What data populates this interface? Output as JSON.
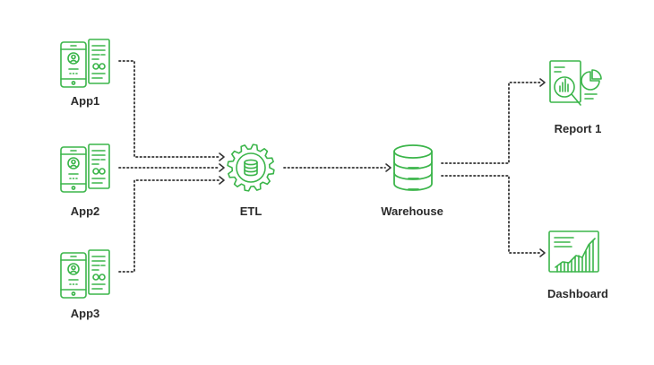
{
  "nodes": {
    "app1": {
      "label": "App1"
    },
    "app2": {
      "label": "App2"
    },
    "app3": {
      "label": "App3"
    },
    "etl": {
      "label": "ETL"
    },
    "warehouse": {
      "label": "Warehouse"
    },
    "report1": {
      "label": "Report 1"
    },
    "dashboard": {
      "label": "Dashboard"
    }
  },
  "edges": [
    {
      "from": "App1",
      "to": "ETL"
    },
    {
      "from": "App2",
      "to": "ETL"
    },
    {
      "from": "App3",
      "to": "ETL"
    },
    {
      "from": "ETL",
      "to": "Warehouse"
    },
    {
      "from": "Warehouse",
      "to": "Report 1"
    },
    {
      "from": "Warehouse",
      "to": "Dashboard"
    }
  ],
  "colors": {
    "accent": "#3bb54a",
    "connector": "#333333",
    "label": "#2b2b2b"
  }
}
